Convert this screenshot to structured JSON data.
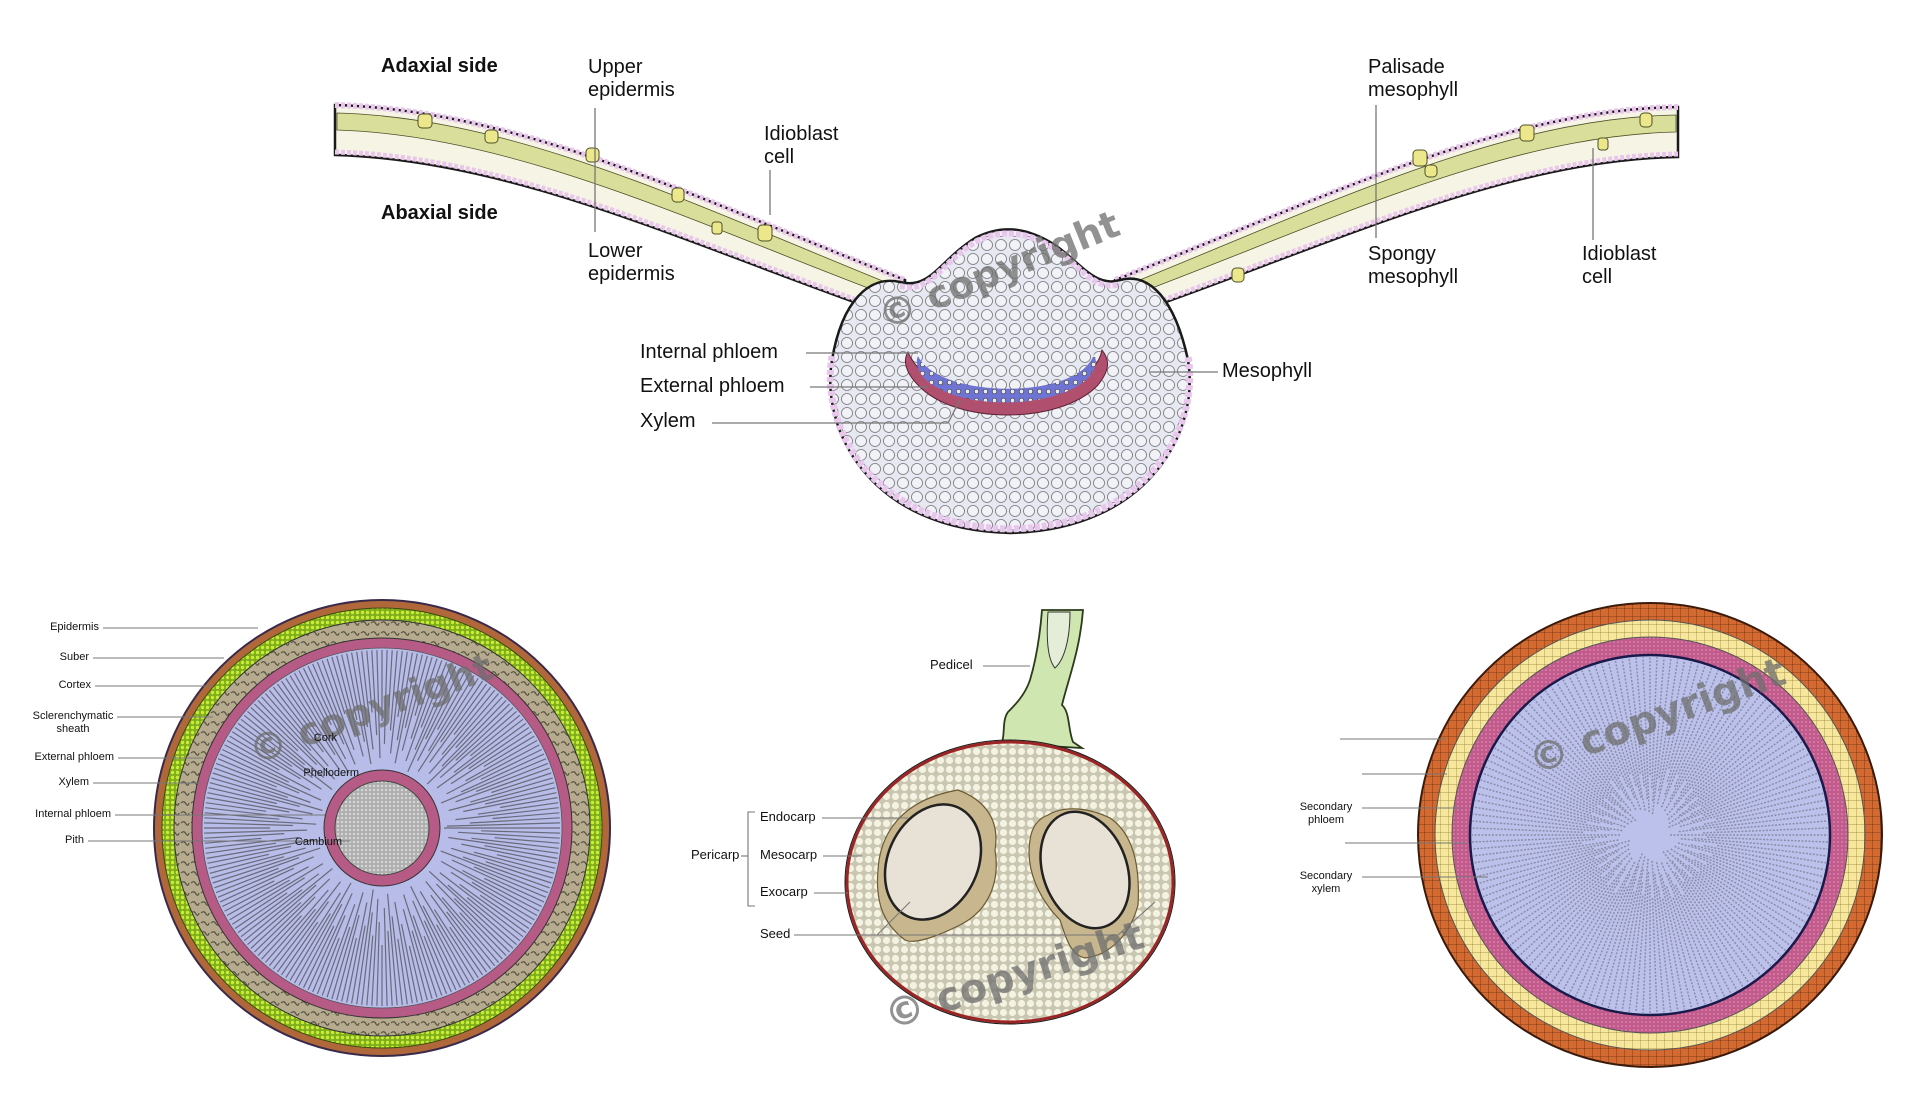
{
  "leaf": {
    "side_labels": {
      "adaxial": "Adaxial side",
      "abaxial": "Abaxial side"
    },
    "labels": {
      "upper_epidermis": [
        "Upper",
        "epidermis"
      ],
      "lower_epidermis": [
        "Lower",
        "epidermis"
      ],
      "idioblast_left": [
        "Idioblast",
        "cell"
      ],
      "palisade": [
        "Palisade",
        "mesophyll"
      ],
      "spongy": [
        "Spongy",
        "mesophyll"
      ],
      "idioblast_right": [
        "Idioblast",
        "cell"
      ],
      "internal_phloem": "Internal phloem",
      "external_phloem": "External phloem",
      "xylem": "Xylem",
      "mesophyll": "Mesophyll"
    }
  },
  "stem_left": {
    "labels": [
      "Epidermis",
      "Suber",
      "Cortex",
      [
        "Sclerenchymatic",
        "sheath"
      ],
      "External phloem",
      "Xylem",
      "Internal phloem",
      "Pith"
    ]
  },
  "fruit": {
    "labels": {
      "pedicel": "Pedicel",
      "pericarp": "Pericarp",
      "endocarp": "Endocarp",
      "mesocarp": "Mesocarp",
      "exocarp": "Exocarp",
      "seed": "Seed"
    }
  },
  "stem_right": {
    "labels": [
      "Cork",
      "Phelloderm",
      [
        "Secondary",
        "phloem"
      ],
      "Cambium",
      [
        "Secondary",
        "xylem"
      ]
    ]
  },
  "watermark": "© copyright",
  "colors": {
    "epidermis_pink": "#e9c6ec",
    "palisade": "#d9df9a",
    "idioblast": "#ece78a",
    "parenchyma": "#e6e8f2",
    "xylem_blue": "#6f74d4",
    "phloem_red": "#b0506e",
    "stem_blue": "#b7bde8",
    "stem_pink": "#b65a86",
    "stem_green": "#9cc82a",
    "stem_brown": "#b0683a",
    "cortex_tan": "#a59c84",
    "pith_gray": "#bdbdbd",
    "fruit_flesh": "#efeddc",
    "fruit_skin": "#9c2424",
    "endocarp_tan": "#c8b78e",
    "seed_fill": "#e8e2d6",
    "pedicel_green": "#cfe6b0",
    "cork_orange": "#d26a32",
    "phelloderm_yellow": "#f6e79c",
    "sec_phloem_pink": "#c25a8c",
    "sec_xylem_blue": "#bcc1ec",
    "leader_line": "#777777"
  }
}
